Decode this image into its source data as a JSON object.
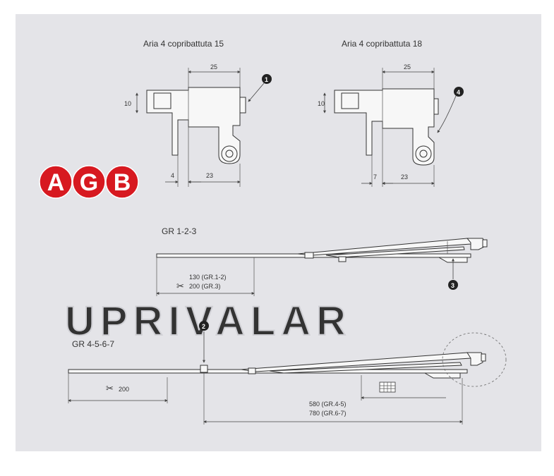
{
  "logo": {
    "letters": [
      "A",
      "G",
      "B"
    ],
    "color": "#d71920"
  },
  "watermark": "UPRIVALAR",
  "top_left": {
    "title": "Aria 4 copribattuta 15",
    "dim_top": "25",
    "dim_side": "10",
    "dim_bottom_left": "4",
    "dim_bottom_right": "23",
    "callout": "1"
  },
  "top_right": {
    "title": "Aria 4 copribattuta 18",
    "dim_top": "25",
    "dim_side": "10",
    "dim_bottom_left": "7",
    "dim_bottom_right": "23",
    "callout": "4"
  },
  "gr123": {
    "title": "GR 1-2-3",
    "cut_line1": "130 (GR.1-2)",
    "cut_line2": "200 (GR.3)",
    "callout": "3"
  },
  "gr4567": {
    "title": "GR 4-5-6-7",
    "cut_label": "200",
    "callout": "2",
    "len_line1": "580 (GR.4-5)",
    "len_line2": "780 (GR.6-7)"
  },
  "icons": {
    "scissors": "scissors-icon",
    "grid": "grid-icon"
  }
}
